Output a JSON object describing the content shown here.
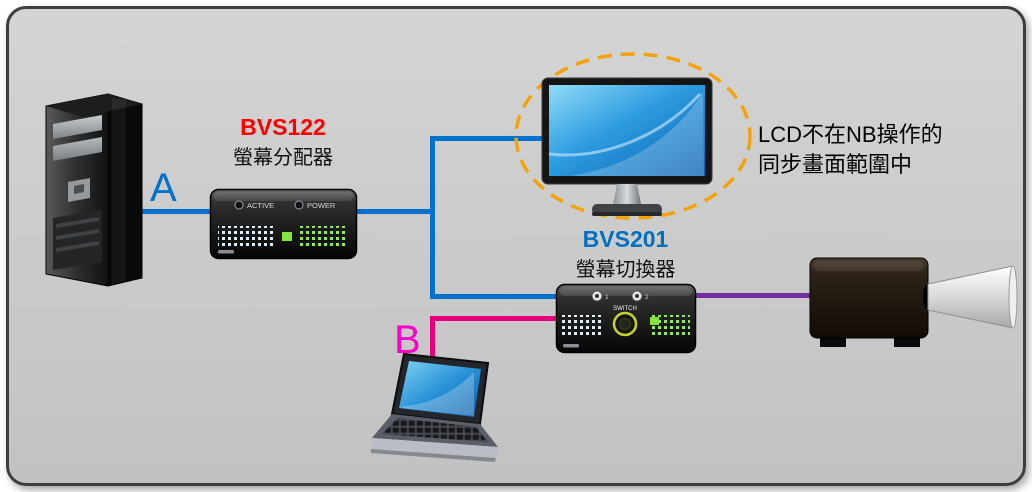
{
  "canvas": {
    "background": "#CACACA",
    "border": "#3D3D3D"
  },
  "inputs": {
    "a": "A",
    "b": "B"
  },
  "splitter": {
    "model": "BVS122",
    "name": "螢幕分配器",
    "leds": {
      "active": "ACTIVE",
      "power": "POWER"
    }
  },
  "switcher": {
    "model": "BVS201",
    "name": "螢幕切換器",
    "button": "SWITCH",
    "ports": {
      "p1": "1",
      "p2": "2"
    }
  },
  "note": {
    "line1": "LCD不在NB操作的",
    "line2": "同步畫面範圍中"
  },
  "colors": {
    "connection_blue": "#0072CC",
    "connection_magenta": "#E6007E",
    "connection_purple": "#7030A0",
    "label_a": "#0072CC",
    "label_b": "#FF00C8",
    "model_red": "#FF0000",
    "model_blue": "#0070C0",
    "highlight_ellipse_orange": "#F2A30A"
  },
  "icons": {
    "source_a": "pc-tower-icon",
    "source_b": "laptop-icon",
    "display_1": "lcd-monitor-icon",
    "display_2": "projector-icon"
  }
}
